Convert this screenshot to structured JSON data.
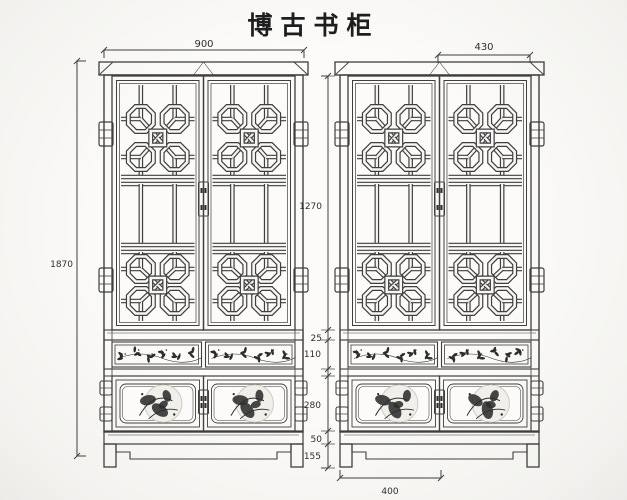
{
  "title": "博古书柜",
  "colors": {
    "line": "#3f3f3f",
    "ink": "#2d2d2d",
    "paper": "#f7f6f4",
    "panel_tint": "#f1efe9",
    "panel_edge": "#cfccc4",
    "text": "#2f2f2f"
  },
  "dimensions": {
    "overall_width": "900",
    "side_depth": "430",
    "overall_height": "1870",
    "upper_door_height": "1270",
    "shelf_board_height": "25",
    "drawer_height": "110",
    "lower_door_height": "280",
    "base_rail_height": "50",
    "leg_height": "155",
    "door_width": "400"
  }
}
